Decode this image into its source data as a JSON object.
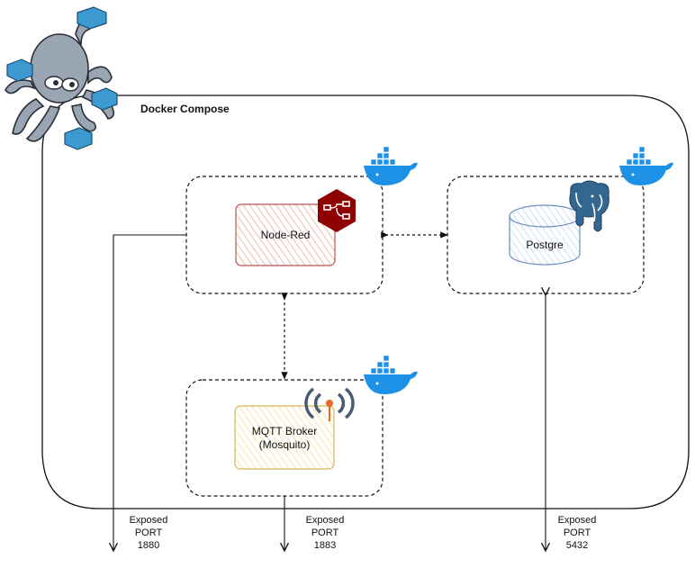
{
  "compose": {
    "title": "Docker Compose"
  },
  "services": {
    "node_red": {
      "label": "Node-Red"
    },
    "postgres": {
      "label": "Postgre"
    },
    "mqtt": {
      "label_line1": "MQTT Broker",
      "label_line2": "(Mosquito)"
    }
  },
  "ports": [
    {
      "line1": "Exposed",
      "line2": "PORT",
      "line3": "1880"
    },
    {
      "line1": "Exposed",
      "line2": "PORT",
      "line3": "1883"
    },
    {
      "line1": "Exposed",
      "line2": "PORT",
      "line3": "5432"
    }
  ],
  "icons": {
    "compose_logo": "docker-compose-octopus-icon",
    "docker": "docker-whale-icon",
    "node_red": "node-red-icon",
    "postgres": "postgresql-elephant-icon",
    "mqtt": "broadcast-antenna-icon"
  },
  "colors": {
    "node_red_stroke": "#b85450",
    "node_red_hatch": "#f3c4c4",
    "postgres_stroke": "#6c8ebf",
    "postgres_hatch": "#dae8fc",
    "mqtt_stroke": "#d6b656",
    "mqtt_hatch": "#fff2cc",
    "docker_blue": "#1d91e6",
    "node_red_icon": "#8f0000",
    "pg_blue": "#336791",
    "compose_blue": "#3d9ad1"
  }
}
